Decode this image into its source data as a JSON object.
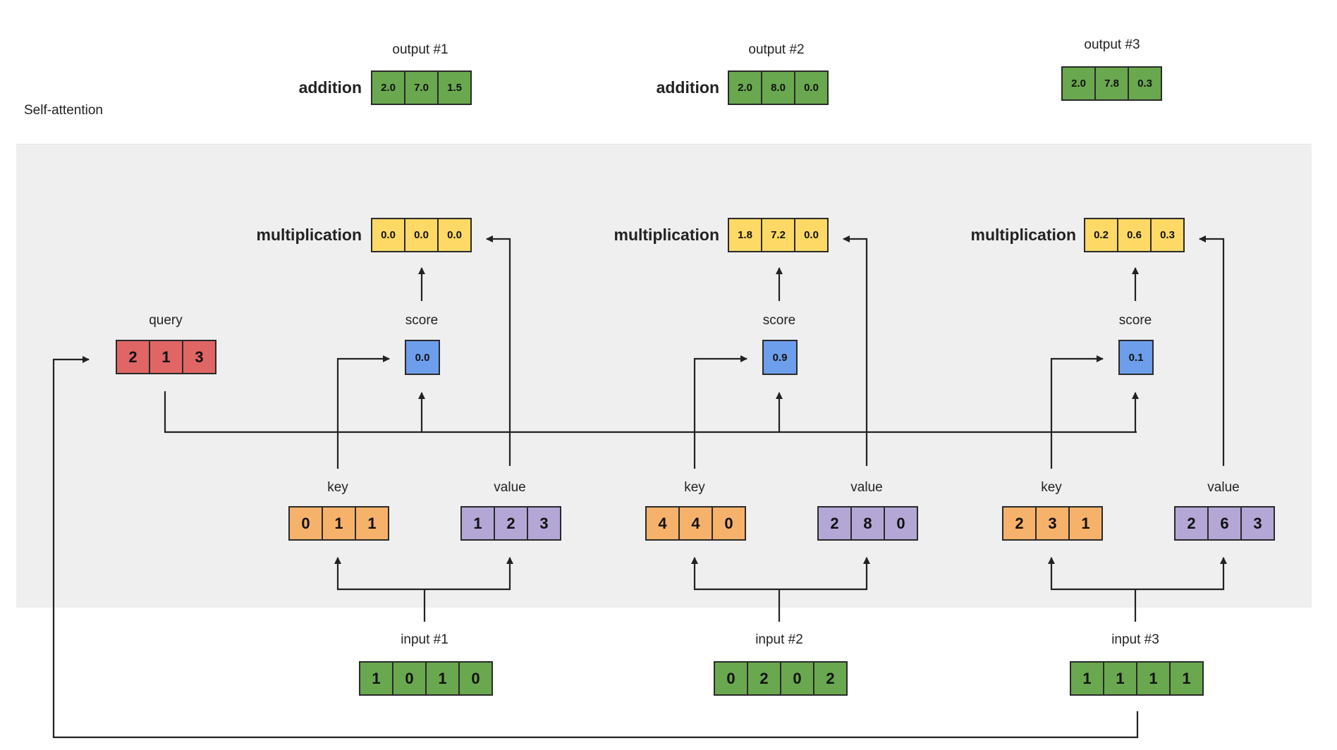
{
  "title": "Self-attention",
  "outputs": [
    {
      "label": "output #1",
      "op": "addition",
      "values": [
        "2.0",
        "7.0",
        "1.5"
      ]
    },
    {
      "label": "output #2",
      "op": "addition",
      "values": [
        "2.0",
        "8.0",
        "0.0"
      ]
    },
    {
      "label": "output #3",
      "op": "",
      "values": [
        "2.0",
        "7.8",
        "0.3"
      ]
    }
  ],
  "groups": [
    {
      "multiplication": {
        "label": "multiplication",
        "values": [
          "0.0",
          "0.0",
          "0.0"
        ]
      },
      "score": {
        "label": "score",
        "value": "0.0"
      },
      "key": {
        "label": "key",
        "values": [
          "0",
          "1",
          "1"
        ]
      },
      "value": {
        "label": "value",
        "values": [
          "1",
          "2",
          "3"
        ]
      },
      "input": {
        "label": "input #1",
        "values": [
          "1",
          "0",
          "1",
          "0"
        ]
      }
    },
    {
      "multiplication": {
        "label": "multiplication",
        "values": [
          "1.8",
          "7.2",
          "0.0"
        ]
      },
      "score": {
        "label": "score",
        "value": "0.9"
      },
      "key": {
        "label": "key",
        "values": [
          "4",
          "4",
          "0"
        ]
      },
      "value": {
        "label": "value",
        "values": [
          "2",
          "8",
          "0"
        ]
      },
      "input": {
        "label": "input #2",
        "values": [
          "0",
          "2",
          "0",
          "2"
        ]
      }
    },
    {
      "multiplication": {
        "label": "multiplication",
        "values": [
          "0.2",
          "0.6",
          "0.3"
        ]
      },
      "score": {
        "label": "score",
        "value": "0.1"
      },
      "key": {
        "label": "key",
        "values": [
          "2",
          "3",
          "1"
        ]
      },
      "value": {
        "label": "value",
        "values": [
          "2",
          "6",
          "3"
        ]
      },
      "input": {
        "label": "input #3",
        "values": [
          "1",
          "1",
          "1",
          "1"
        ]
      }
    }
  ],
  "query": {
    "label": "query",
    "values": [
      "2",
      "1",
      "3"
    ]
  },
  "colors": {
    "output": "#6aa84f",
    "input": "#6aa84f",
    "multiplication": "#ffd966",
    "key": "#f6b26b",
    "value": "#b4a7d6",
    "query": "#e06666",
    "score": "#6d9eeb",
    "panel": "#efefef"
  }
}
